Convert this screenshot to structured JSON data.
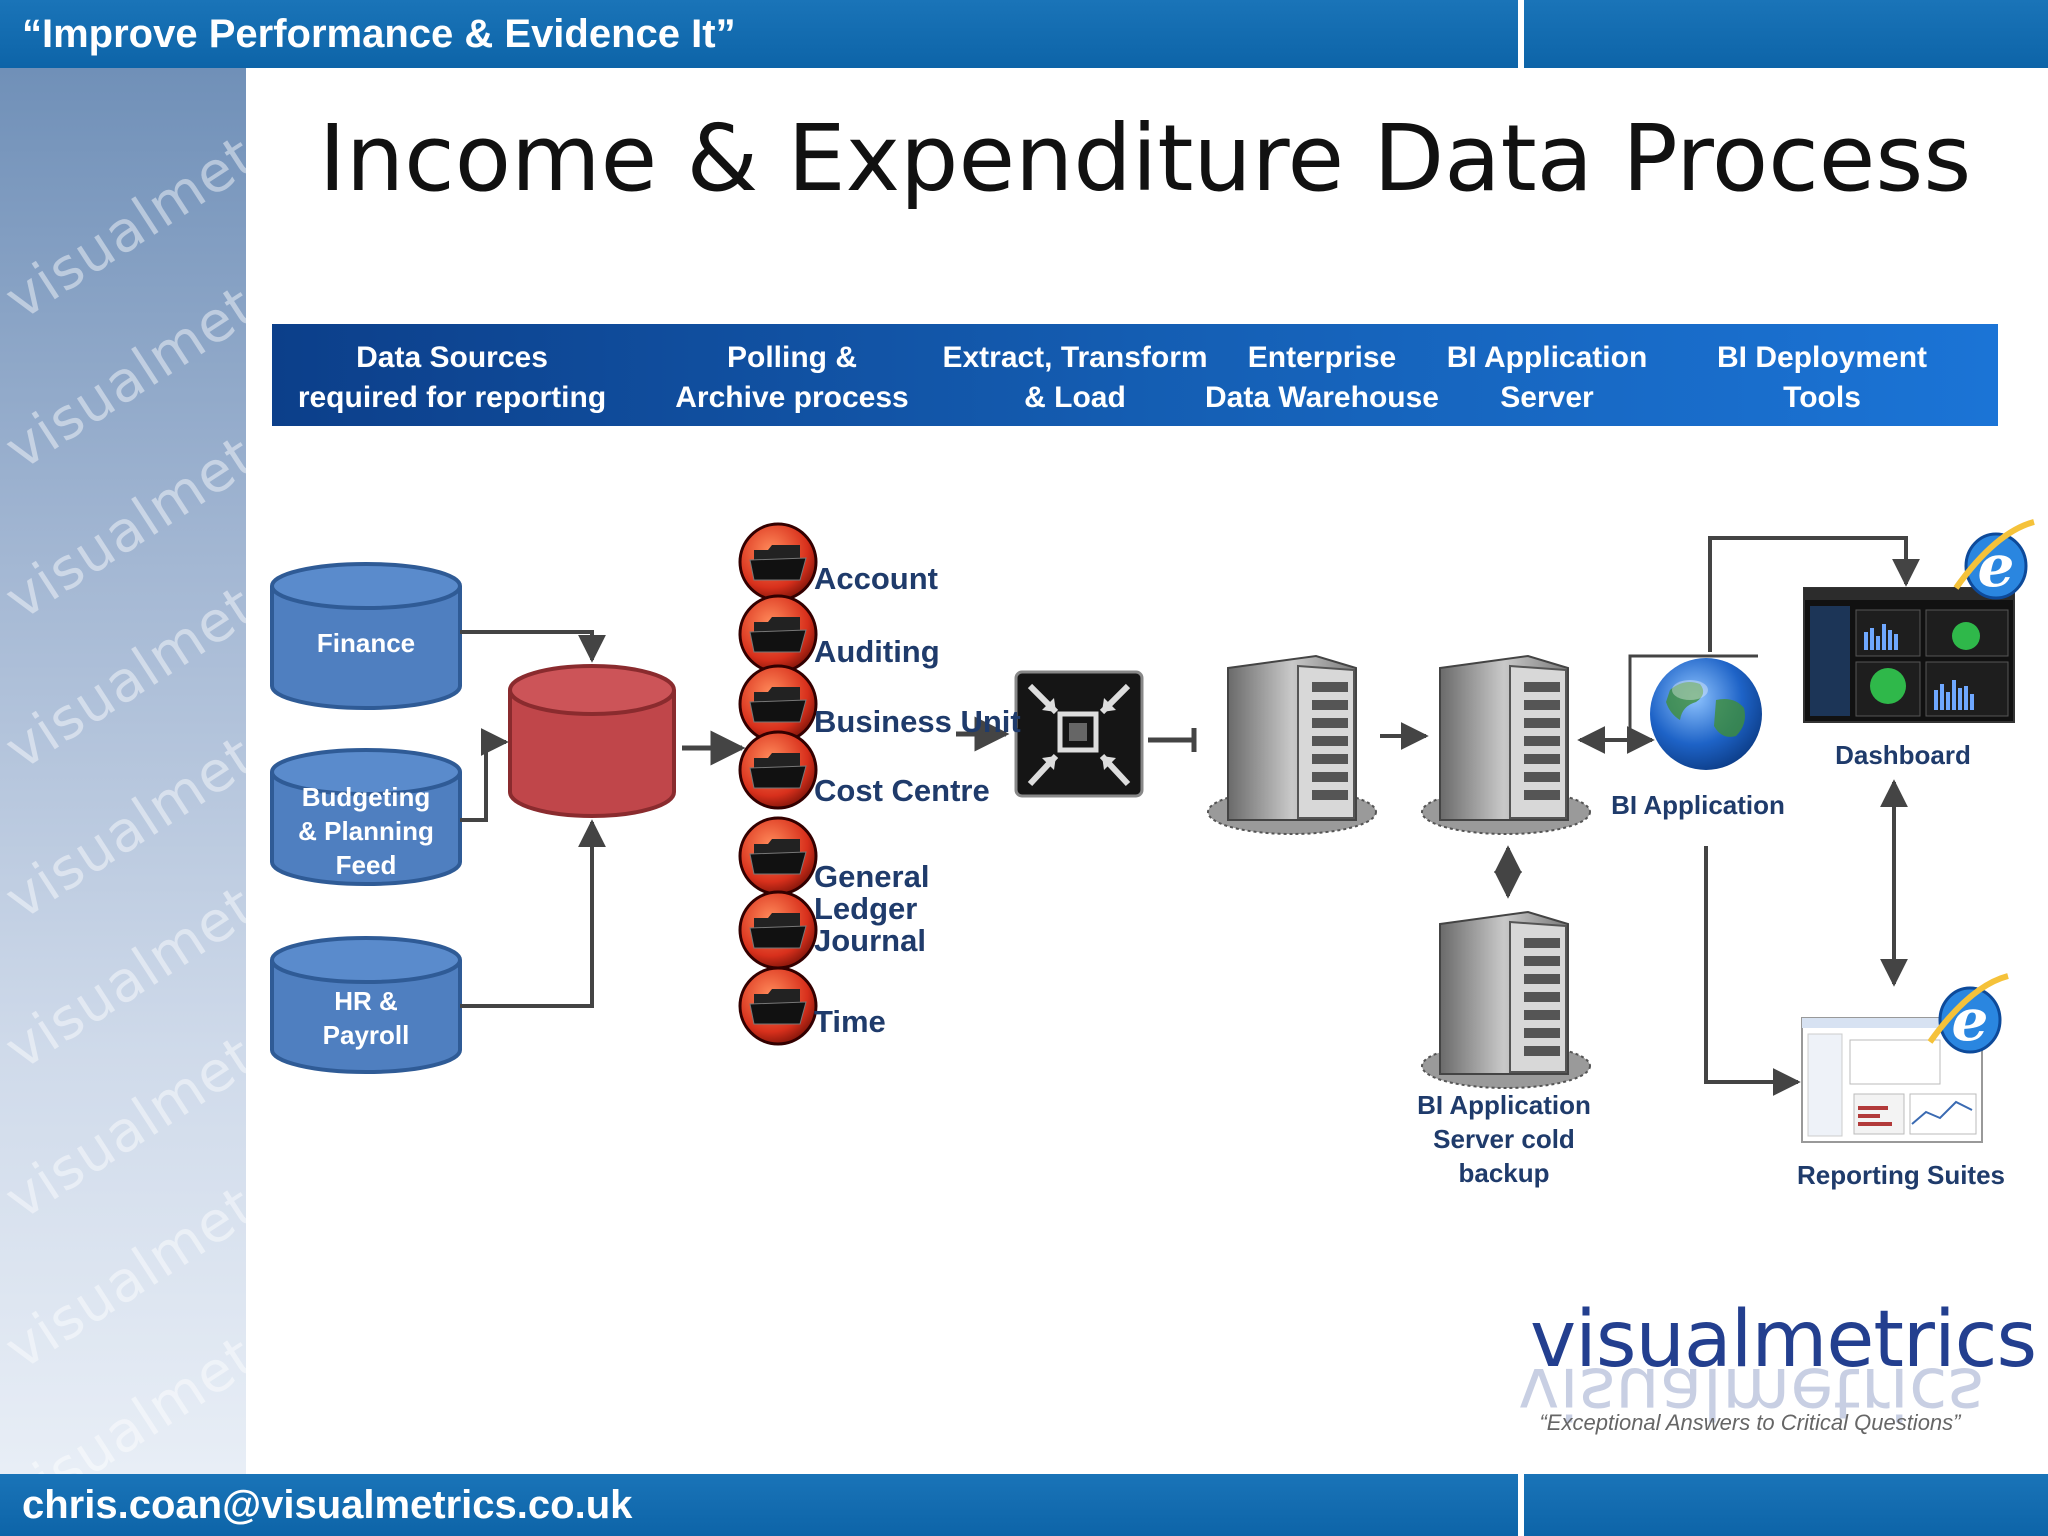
{
  "banner": {
    "top_text": "“Improve Performance & Evidence It”",
    "bottom_text": "chris.coan@visualmetrics.co.uk"
  },
  "title": "Income & Expenditure Data Process",
  "header_columns": [
    {
      "text": "Data Sources\nrequired for reporting"
    },
    {
      "text": "Polling &\nArchive process"
    },
    {
      "text": "Extract, Transform\n& Load"
    },
    {
      "text": "Enterprise\nData Warehouse"
    },
    {
      "text": "BI Application\nServer"
    },
    {
      "text": "BI  Deployment\nTools"
    }
  ],
  "sources": {
    "finance": "Finance",
    "budgeting": "Budgeting\n& Planning\nFeed",
    "hr": "HR &\nPayroll"
  },
  "folders": [
    "Account",
    "Auditing",
    "Business Unit",
    "Cost Centre",
    "General\nLedger\nJournal",
    "Time"
  ],
  "labels": {
    "bi_application": "BI Application",
    "dashboard": "Dashboard",
    "reporting_suites": "Reporting Suites",
    "cold_backup": "BI Application\nServer cold\nbackup"
  },
  "watermark": "visualmetrics",
  "logo": {
    "name": "visualmetrics",
    "tagline": "“Exceptional Answers to Critical Questions”"
  },
  "colors": {
    "banner": "#0d64a8",
    "cylinder_blue": "#4f7fc0",
    "cylinder_red": "#c0464a",
    "label_text": "#1f3b6b"
  }
}
